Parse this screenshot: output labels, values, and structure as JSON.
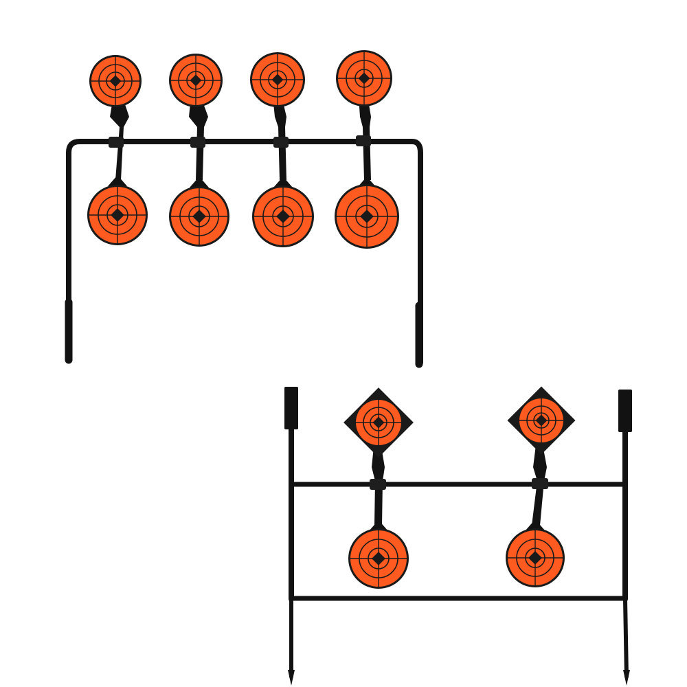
{
  "scene": {
    "description_free": true,
    "background_color": "#ffffff",
    "colors": {
      "target_orange": "#ff5a1f",
      "target_orange_dark": "#e84a12",
      "target_lines": "#1a1a1a",
      "steel": "#121212",
      "steel_highlight": "#3a3a3a"
    },
    "products": [
      {
        "name": "four-paddle-spinner",
        "upper_targets": 4,
        "lower_targets": 4,
        "target_shape_upper": "circle",
        "target_shape_lower": "circle"
      },
      {
        "name": "two-paddle-spinner",
        "upper_targets": 2,
        "lower_targets": 2,
        "target_shape_upper": "diamond",
        "target_shape_lower": "circle"
      }
    ]
  }
}
